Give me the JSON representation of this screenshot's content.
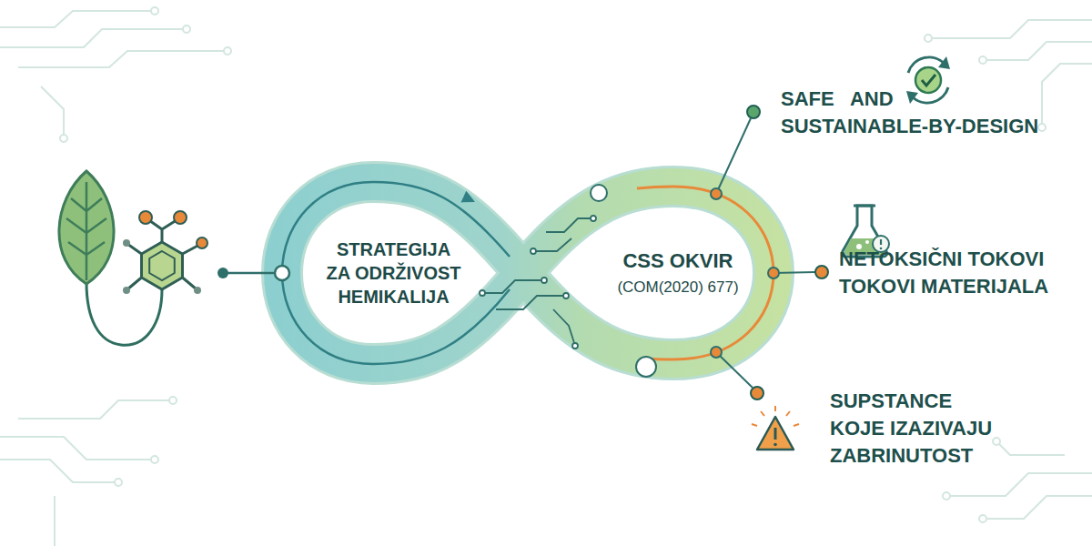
{
  "diagram": {
    "nodes": [
      {
        "text": [
          "STRATEGIJA ZA ODRŽIVOST HEMIKALIJA"
        ]
      },
      {
        "text": [
          "CSS OKVIR",
          "(COM(2020) 677)"
        ]
      }
    ],
    "labels": [
      "SAFE AND SUSTAINABLE-BY-DESIGN",
      "NETOKSIČNI TOKOVI TOKOVI MATERIJALA",
      "SUPSTANCE KOJE IZAZIVAJU ZABRINUTOST"
    ]
  }
}
